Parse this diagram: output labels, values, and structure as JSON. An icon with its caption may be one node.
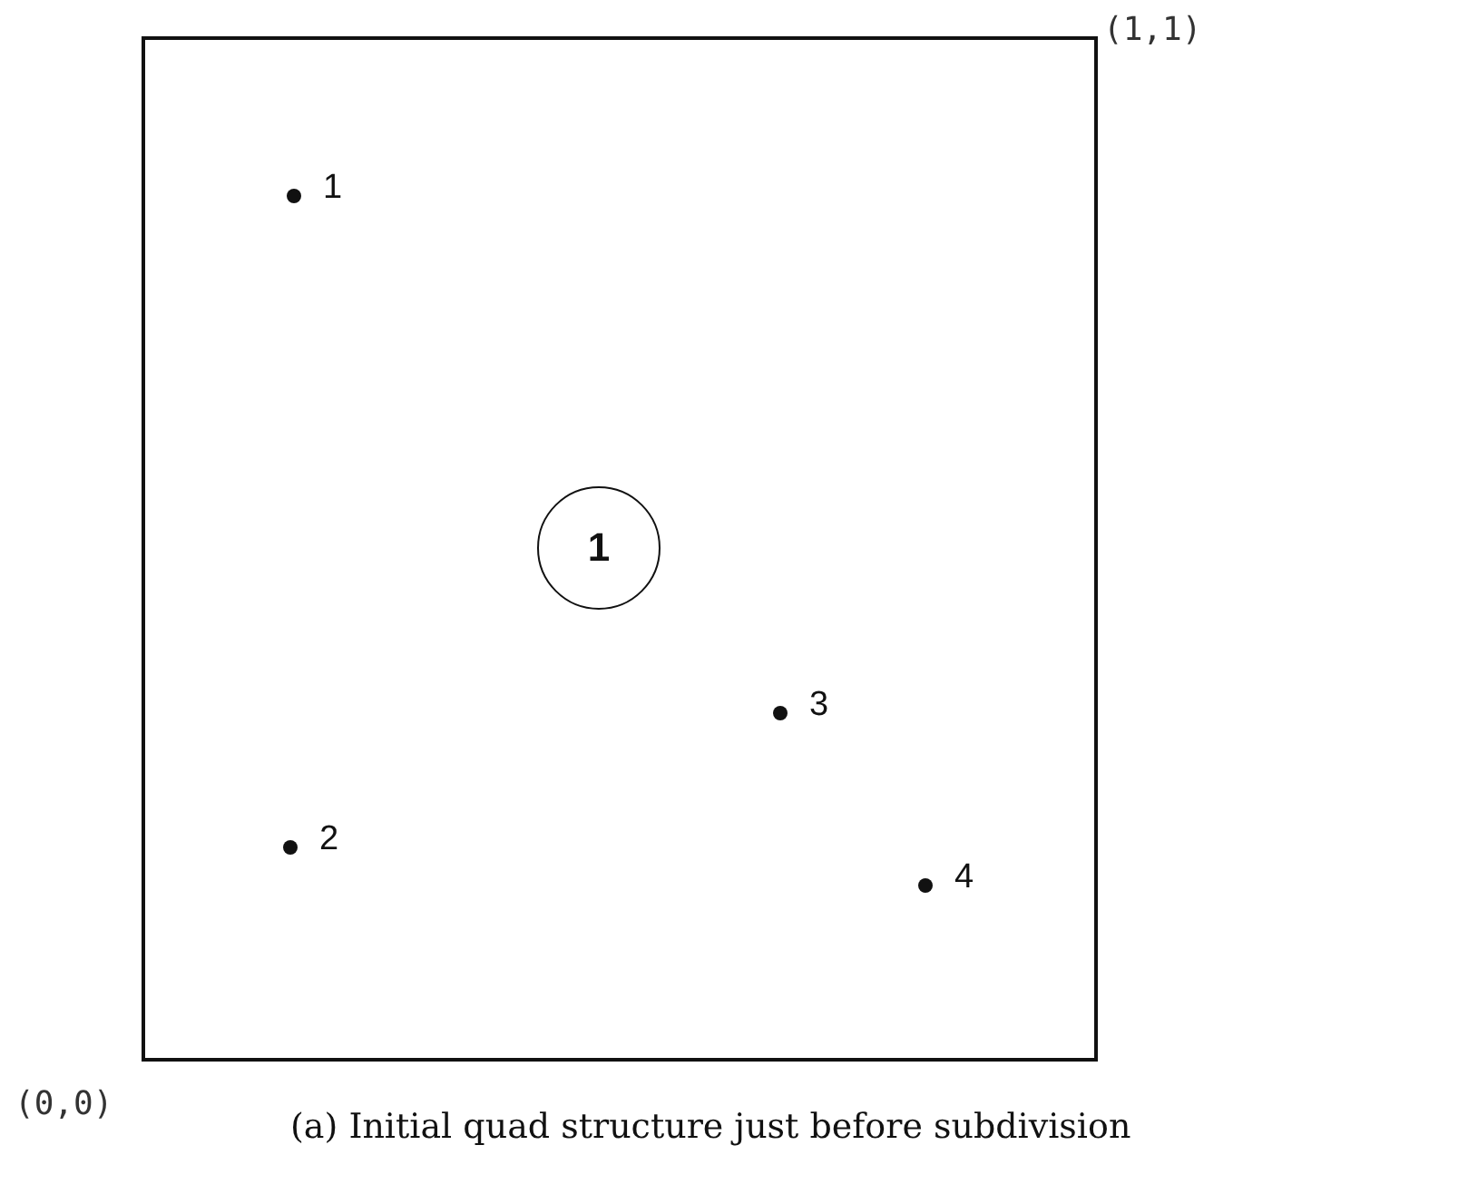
{
  "diagram": {
    "caption": "(a) Initial quad structure just before subdivision",
    "nodes": [
      {
        "text": [],
        "shape": "box"
      },
      {
        "text": [
          "1"
        ],
        "in": 0
      }
    ],
    "labels": [
      "(1,1)",
      "1",
      "3",
      "2",
      "4",
      "(0,0)"
    ]
  }
}
